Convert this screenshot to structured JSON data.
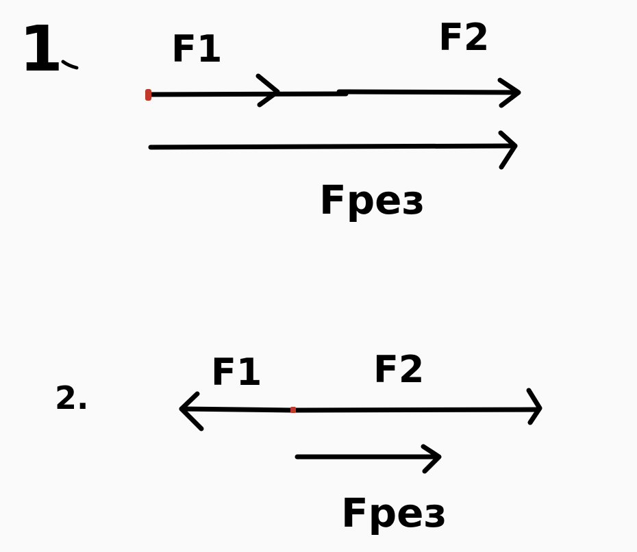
{
  "diagram1": {
    "number": "1",
    "f1_label": "F1",
    "f2_label": "F2",
    "resultant_label": "Fрез"
  },
  "diagram2": {
    "number": "2.",
    "f1_label": "F1",
    "f2_label": "F2",
    "resultant_label": "Fрез"
  },
  "colors": {
    "ink": "#000000",
    "origin_dot": "#c0392b",
    "background": "#fafafa"
  }
}
